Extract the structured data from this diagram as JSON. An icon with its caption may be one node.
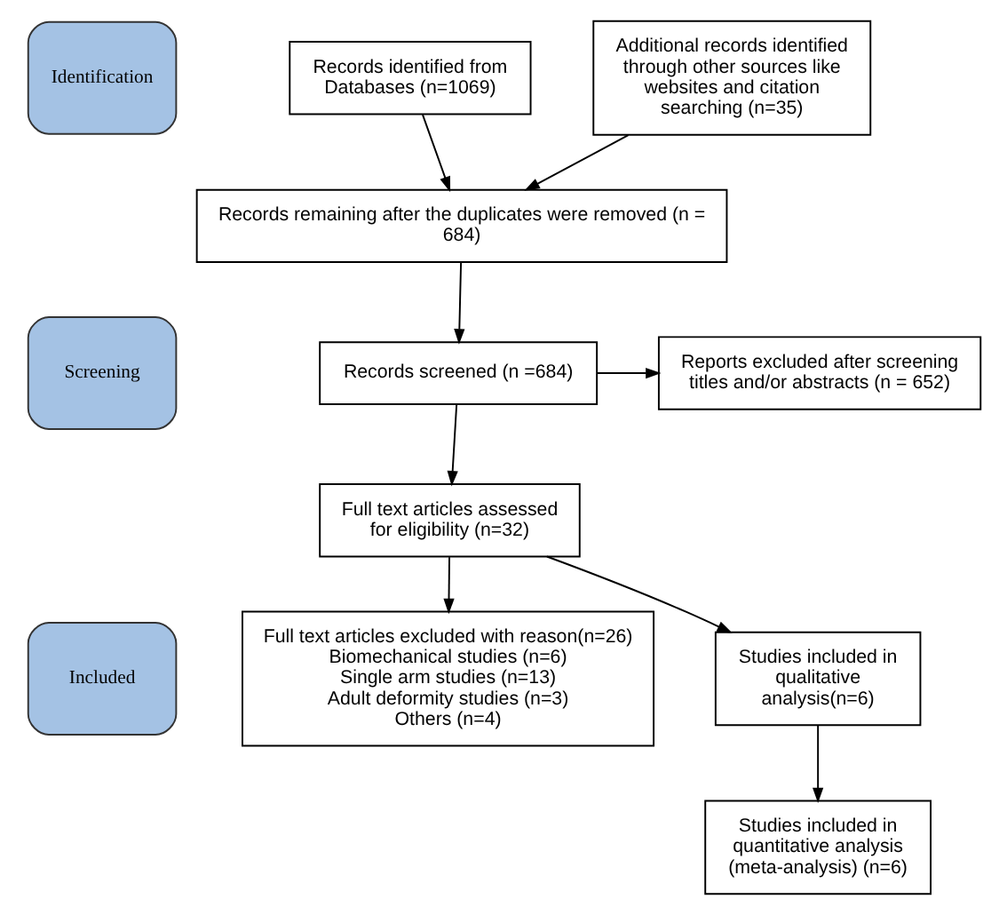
{
  "diagram": {
    "nodes": [
      {
        "text": [
          "Identification"
        ]
      },
      {
        "text": [
          "Screening"
        ]
      },
      {
        "text": [
          "Included"
        ]
      },
      {
        "text": [
          "Records identified from Databases (n=1069)"
        ]
      },
      {
        "text": [
          "Additional records identified through other sources like websites and citation searching (n=35)"
        ]
      },
      {
        "text": [
          "Records remaining after the duplicates were removed (n = 684)"
        ]
      },
      {
        "text": [
          "Records screened (n =684)"
        ]
      },
      {
        "text": [
          "Reports excluded after screening titles and/or abstracts (n = 652)"
        ]
      },
      {
        "text": [
          "Full text articles assessed for eligibility (n=32)"
        ]
      },
      {
        "text": [
          "Full text articles excluded with reason(n=26)",
          "Biomechanical studies (n=6)",
          "Single arm studies (n=13)",
          "Adult deformity studies (n=3)",
          "Others (n=4)"
        ]
      },
      {
        "text": [
          "Studies included in qualitative analysis(n=6)"
        ]
      },
      {
        "text": [
          "Studies included in quantitative analysis (meta-analysis) (n=6)"
        ]
      }
    ],
    "edges": [
      {
        "from": 3,
        "to": 5,
        "arrow": "to"
      },
      {
        "from": 4,
        "to": 5,
        "arrow": "to"
      },
      {
        "from": 5,
        "to": 6,
        "arrow": "to"
      },
      {
        "from": 6,
        "to": 7,
        "arrow": "to"
      },
      {
        "from": 6,
        "to": 8,
        "arrow": "to"
      },
      {
        "from": 8,
        "to": 9,
        "arrow": "to"
      },
      {
        "from": 8,
        "to": 10,
        "arrow": "to"
      },
      {
        "from": 10,
        "to": 11,
        "arrow": "to"
      }
    ]
  }
}
